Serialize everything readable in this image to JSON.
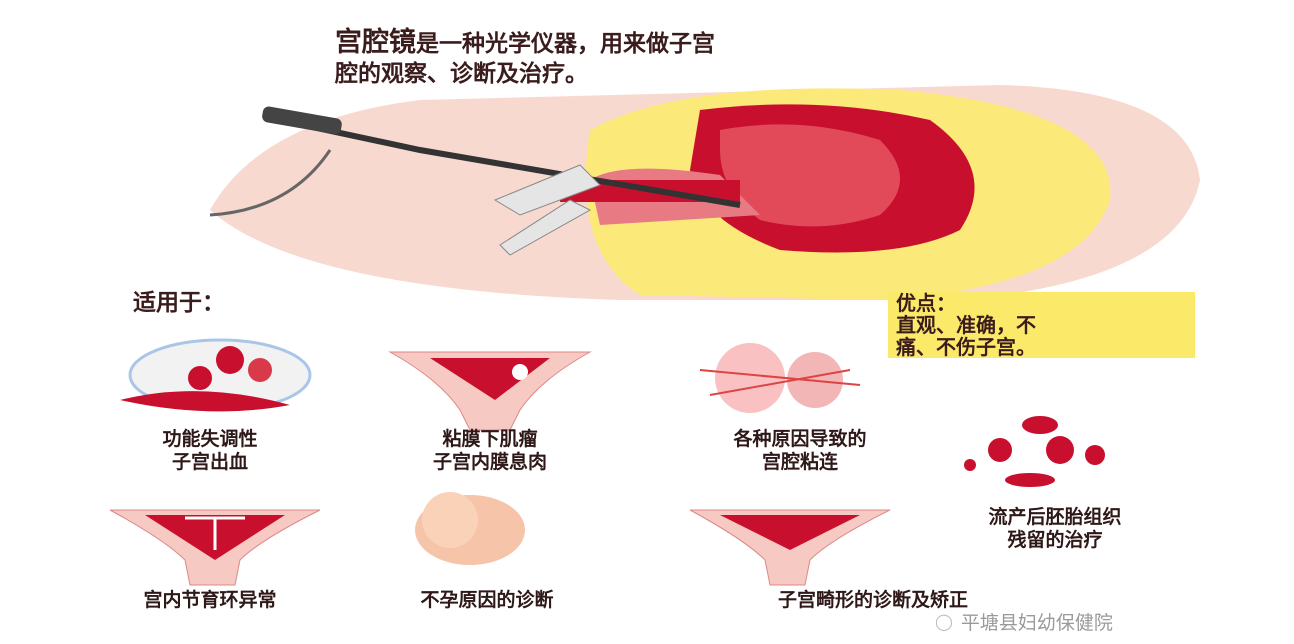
{
  "title": {
    "highlight": "宫腔镜",
    "line1_rest": "是一种光学仪器，用来做子宫",
    "line2": "腔的观察、诊断及治疗。"
  },
  "section_label": "适用于：",
  "advantages": {
    "label": "优点：",
    "line1": "直观、准确，不",
    "line2": "痛、不伤子宫。"
  },
  "indications": [
    {
      "line1": "功能失调性",
      "line2": "子宫出血"
    },
    {
      "line1": "粘膜下肌瘤",
      "line2": "子宫内膜息肉"
    },
    {
      "line1": "各种原因导致的",
      "line2": "宫腔粘连"
    },
    {
      "line1": "流产后胚胎组织",
      "line2": "残留的治疗"
    },
    {
      "line1": "宫内节育环异常"
    },
    {
      "line1": "不孕原因的诊断"
    },
    {
      "line1": "子宫畸形的诊断及矫正"
    }
  ],
  "watermark": "平塘县妇幼保健院",
  "colors": {
    "red": "#c8102e",
    "pink": "#f6c9c2",
    "yellow": "#fbe96a",
    "text": "#3b1c1c"
  }
}
